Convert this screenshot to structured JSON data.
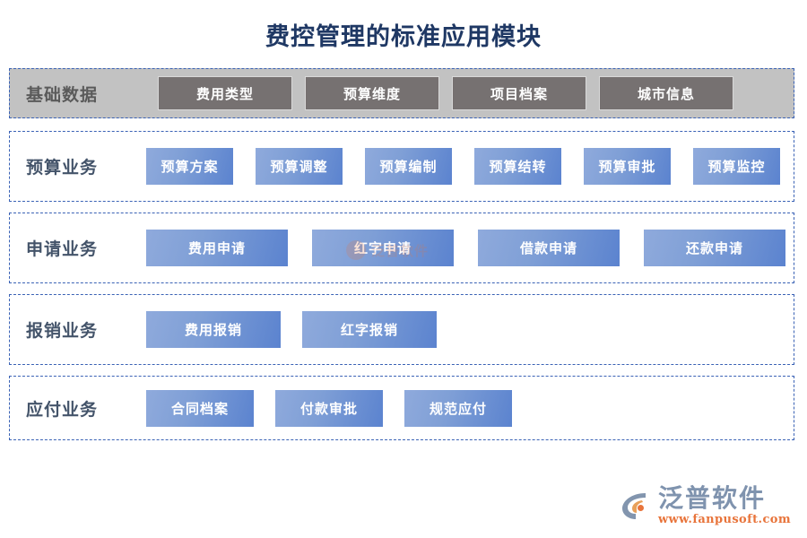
{
  "page": {
    "title": "费控管理的标准应用模块",
    "title_color": "#1f3864",
    "background": "#ffffff"
  },
  "colors": {
    "dashed_border": "#3a62b5",
    "gray_row_bg": "#c2c2c2",
    "gray_node_bg": "#767171",
    "blue_node_from": "#8faadc",
    "blue_node_to": "#5b83cf",
    "label_text": "#44546a",
    "brand_blue": "#7f93ae",
    "brand_orange": "#e8743b"
  },
  "rows": [
    {
      "label": "基础数据",
      "style": "gray",
      "nodes": [
        {
          "label": "费用类型"
        },
        {
          "label": "预算维度"
        },
        {
          "label": "项目档案"
        },
        {
          "label": "城市信息"
        }
      ]
    },
    {
      "label": "预算业务",
      "style": "blue",
      "nodes": [
        {
          "label": "预算方案"
        },
        {
          "label": "预算调整"
        },
        {
          "label": "预算编制"
        },
        {
          "label": "预算结转"
        },
        {
          "label": "预算审批"
        },
        {
          "label": "预算监控"
        }
      ]
    },
    {
      "label": "申请业务",
      "style": "blue",
      "nodes": [
        {
          "label": "费用申请"
        },
        {
          "label": "红字申请"
        },
        {
          "label": "借款申请"
        },
        {
          "label": "还款申请"
        }
      ]
    },
    {
      "label": "报销业务",
      "style": "blue",
      "nodes": [
        {
          "label": "费用报销"
        },
        {
          "label": "红字报销"
        }
      ]
    },
    {
      "label": "应付业务",
      "style": "blue",
      "nodes": [
        {
          "label": "合同档案"
        },
        {
          "label": "付款审批"
        },
        {
          "label": "规范应付"
        }
      ]
    }
  ],
  "watermark": {
    "text": "泛普软件"
  },
  "brand": {
    "name": "泛普软件",
    "url": "www.fanpusoft.com",
    "mark_icon": "fanpu-logo-icon"
  }
}
